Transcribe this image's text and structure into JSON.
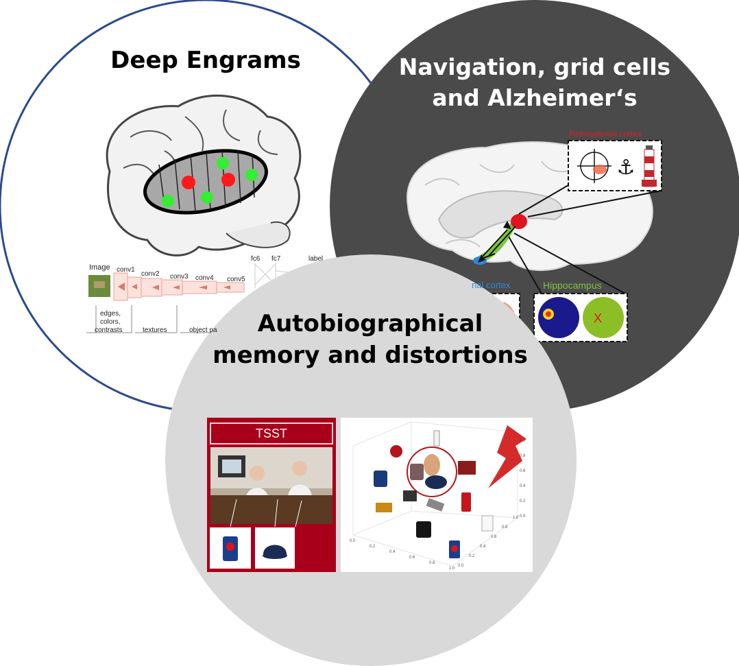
{
  "circles": {
    "deep_engrams": {
      "title": "Deep Engrams",
      "color": "#ffffff",
      "border": "#2b4a8c",
      "cnn": {
        "image_label": "Image",
        "layers": [
          "conv1",
          "conv2",
          "conv3",
          "conv4",
          "conv5",
          "fc6",
          "fc7",
          "label"
        ],
        "feature_labels": [
          "edges,",
          "colors,",
          "contrasts",
          "textures",
          "object pa"
        ]
      }
    },
    "navigation": {
      "title_line1": "Navigation, grid cells",
      "title_line2": "and Alzheimer‘s",
      "color": "#4a4a4a",
      "labels": {
        "retrosplenial": "Retrosplenial cortex",
        "entorhinal": "nal cortex",
        "hippocampus": "Hippocampus",
        "x_mark": "X"
      },
      "label_colors": {
        "retrosplenial": "#d9202a",
        "entorhinal": "#2c8ad8",
        "hippocampus": "#7dc53f"
      }
    },
    "autobiographical": {
      "title_line1": "Autobiographical",
      "title_line2": "memory and distortions",
      "color": "#d9d9d9",
      "tsst_label": "TSST",
      "plot_ticks_x": [
        "0.0",
        "0.2",
        "0.4",
        "0.6",
        "0.8",
        "1.0"
      ],
      "plot_ticks_y": [
        "0.0",
        "0.2",
        "0.4",
        "0.6",
        "0.8",
        "1.0"
      ],
      "plot_ticks_z": [
        "0.0",
        "0.2",
        "0.4",
        "0.6",
        "0.8",
        "1.0"
      ]
    }
  }
}
